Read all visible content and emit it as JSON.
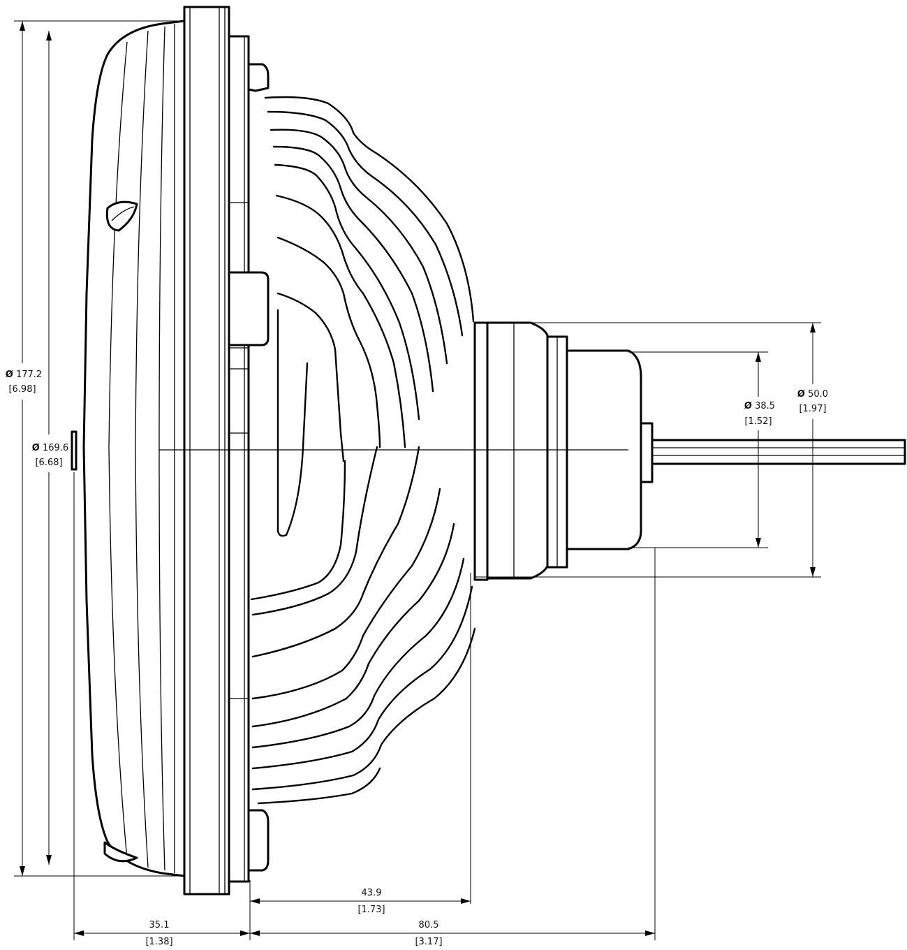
{
  "dimensions": {
    "outer_diameter": {
      "symbol": "Ø",
      "mm": "177.2",
      "in": "[6.98]"
    },
    "lens_diameter": {
      "symbol": "Ø",
      "mm": "169.6",
      "in": "[6.68]"
    },
    "housing_diameter": {
      "symbol": "Ø",
      "mm": "50.0",
      "in": "[1.97]"
    },
    "connector_diameter": {
      "symbol": "Ø",
      "mm": "38.5",
      "in": "[1.52]"
    },
    "lens_depth": {
      "mm": "35.1",
      "in": "[1.38]"
    },
    "heatsink_depth": {
      "mm": "43.9",
      "in": "[1.73]"
    },
    "rear_depth": {
      "mm": "80.5",
      "in": "[3.17]"
    }
  }
}
